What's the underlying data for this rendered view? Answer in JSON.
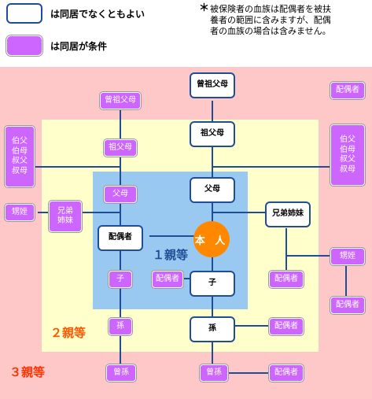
{
  "legend": {
    "white_label": "は同居でなくともよい",
    "purple_label": "は同居が条件"
  },
  "note": {
    "mark": "＊",
    "line1": "被保険者の血族は配偶者を被扶",
    "line2": "養者の範囲に含みますが、配偶",
    "line3": "者の血族の場合は含みません。"
  },
  "zones": {
    "first": "１親等",
    "second": "２親等",
    "third": "３親等"
  },
  "nodes": {
    "great_grandparents": "曾祖父母",
    "great_grandparents_spouse_side": "曾祖父母",
    "grandparents": "祖父母",
    "grandparents_spouse_side": "祖父母",
    "uncles_left": [
      "伯父",
      "伯母",
      "叔父",
      "叔母"
    ],
    "uncles_right": [
      "伯父",
      "伯母",
      "叔父",
      "叔母"
    ],
    "parents": "父母",
    "parents_spouse_side": "父母",
    "nephews_left": "甥姪",
    "nephews_right": "甥姪",
    "siblings_spouse_side": [
      "兄弟",
      "姉妹"
    ],
    "siblings": "兄弟姉妹",
    "spouse": "配偶者",
    "self": "本 人",
    "child": "子",
    "child_spouse_side": "子",
    "child_spouse": "配偶者",
    "grandchild": "孫",
    "grandchild_spouse_side": "孫",
    "grandchild_spouse": "配偶者",
    "great_grandchild": "曾孫",
    "great_grandchild_spouse_side": "曾孫",
    "great_grandchild_spouse": "配偶者",
    "great_grandparents_spouse_right": "配偶者",
    "sibling_spouse": "配偶者",
    "nephew_spouse": "配偶者"
  },
  "colors": {
    "third_degree": "#ffc8c8",
    "second_degree": "#ffffcc",
    "first_degree": "#99c9f0",
    "purple": "#cc66ff",
    "white_border": "#1f4e96",
    "self": "#ff8800",
    "label_orange": "#ff5500",
    "label_blue": "#1f4e96",
    "label_red": "#ff3300"
  }
}
